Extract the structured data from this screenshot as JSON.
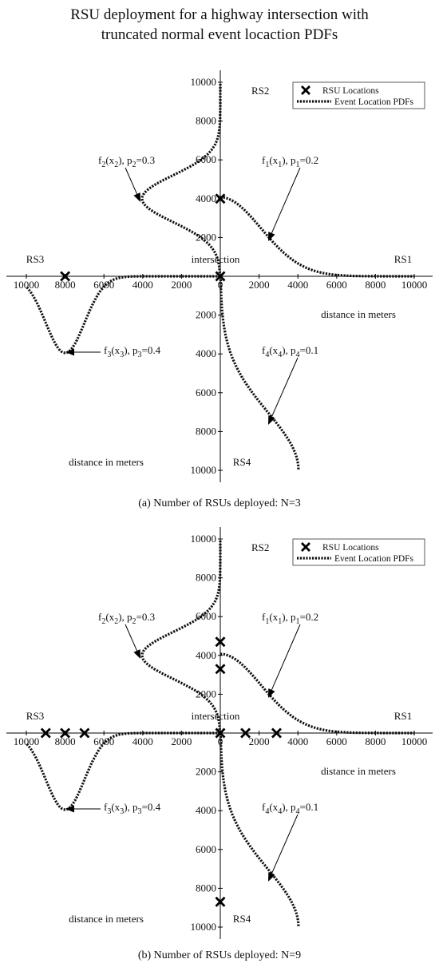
{
  "title_lines": [
    "RSU deployment for a highway intersection with",
    "truncated normal event locaction PDFs"
  ],
  "chart_data": [
    {
      "type": "scatter",
      "caption": "(a) Number of RSUs deployed: N=3",
      "legend": {
        "rsu": "RSU Locations",
        "pdf": "Event Location PDFs",
        "placement": "top-right"
      },
      "segments": {
        "RS1": "RS1",
        "RS2": "RS2",
        "RS3": "RS3",
        "RS4": "RS4"
      },
      "center_label": "intersection",
      "distance_label": "distance in meters",
      "tick_labels": [
        "0",
        "2000",
        "4000",
        "6000",
        "8000",
        "10000"
      ],
      "range": [
        0,
        10000
      ],
      "pdf_annotations": {
        "f1": {
          "name": "f",
          "sub": "1",
          "arg": "x",
          "p": "0.2"
        },
        "f2": {
          "name": "f",
          "sub": "2",
          "arg": "x",
          "p": "0.3"
        },
        "f3": {
          "name": "f",
          "sub": "3",
          "arg": "x",
          "p": "0.4"
        },
        "f4": {
          "name": "f",
          "sub": "4",
          "arg": "x",
          "p": "0.1"
        }
      },
      "rsu_locations": [
        {
          "segment": "RS2",
          "distance": 4000
        },
        {
          "segment": "RS3",
          "distance": 8000
        },
        {
          "segment": "center",
          "distance": 0
        }
      ]
    },
    {
      "type": "scatter",
      "caption": "(b) Number of RSUs deployed: N=9",
      "legend": {
        "rsu": "RSU Locations",
        "pdf": "Event Location PDFs",
        "placement": "top-right"
      },
      "segments": {
        "RS1": "RS1",
        "RS2": "RS2",
        "RS3": "RS3",
        "RS4": "RS4"
      },
      "center_label": "intersection",
      "distance_label": "distance in meters",
      "tick_labels": [
        "0",
        "2000",
        "4000",
        "6000",
        "8000",
        "10000"
      ],
      "range": [
        0,
        10000
      ],
      "pdf_annotations": {
        "f1": {
          "name": "f",
          "sub": "1",
          "arg": "x",
          "p": "0.2"
        },
        "f2": {
          "name": "f",
          "sub": "2",
          "arg": "x",
          "p": "0.3"
        },
        "f3": {
          "name": "f",
          "sub": "3",
          "arg": "x",
          "p": "0.4"
        },
        "f4": {
          "name": "f",
          "sub": "4",
          "arg": "x",
          "p": "0.1"
        }
      },
      "rsu_locations": [
        {
          "segment": "RS2",
          "distance": 4700
        },
        {
          "segment": "RS2",
          "distance": 3300
        },
        {
          "segment": "RS3",
          "distance": 9000
        },
        {
          "segment": "RS3",
          "distance": 8000
        },
        {
          "segment": "RS3",
          "distance": 7000
        },
        {
          "segment": "center",
          "distance": 0
        },
        {
          "segment": "RS1",
          "distance": 1300
        },
        {
          "segment": "RS1",
          "distance": 2900
        },
        {
          "segment": "RS4",
          "distance": 8700
        }
      ]
    }
  ]
}
